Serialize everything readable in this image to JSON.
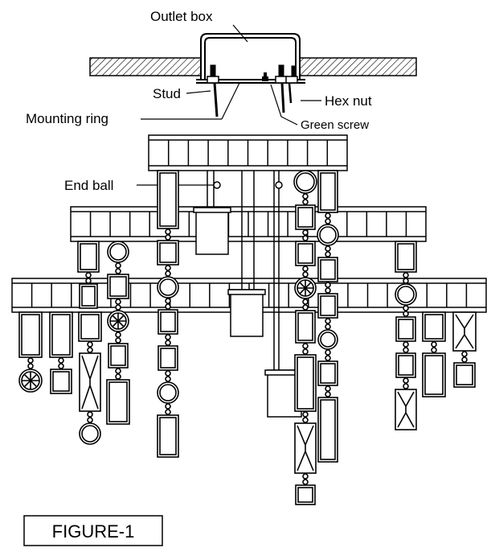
{
  "labels": {
    "outlet_box": "Outlet box",
    "stud": "Stud",
    "hex_nut": "Hex nut",
    "mounting_ring": "Mounting ring",
    "green_screw": "Green screw",
    "end_ball": "End ball"
  },
  "figure_label": "FIGURE-1",
  "colors": {
    "line": "#000000",
    "background": "#ffffff"
  }
}
